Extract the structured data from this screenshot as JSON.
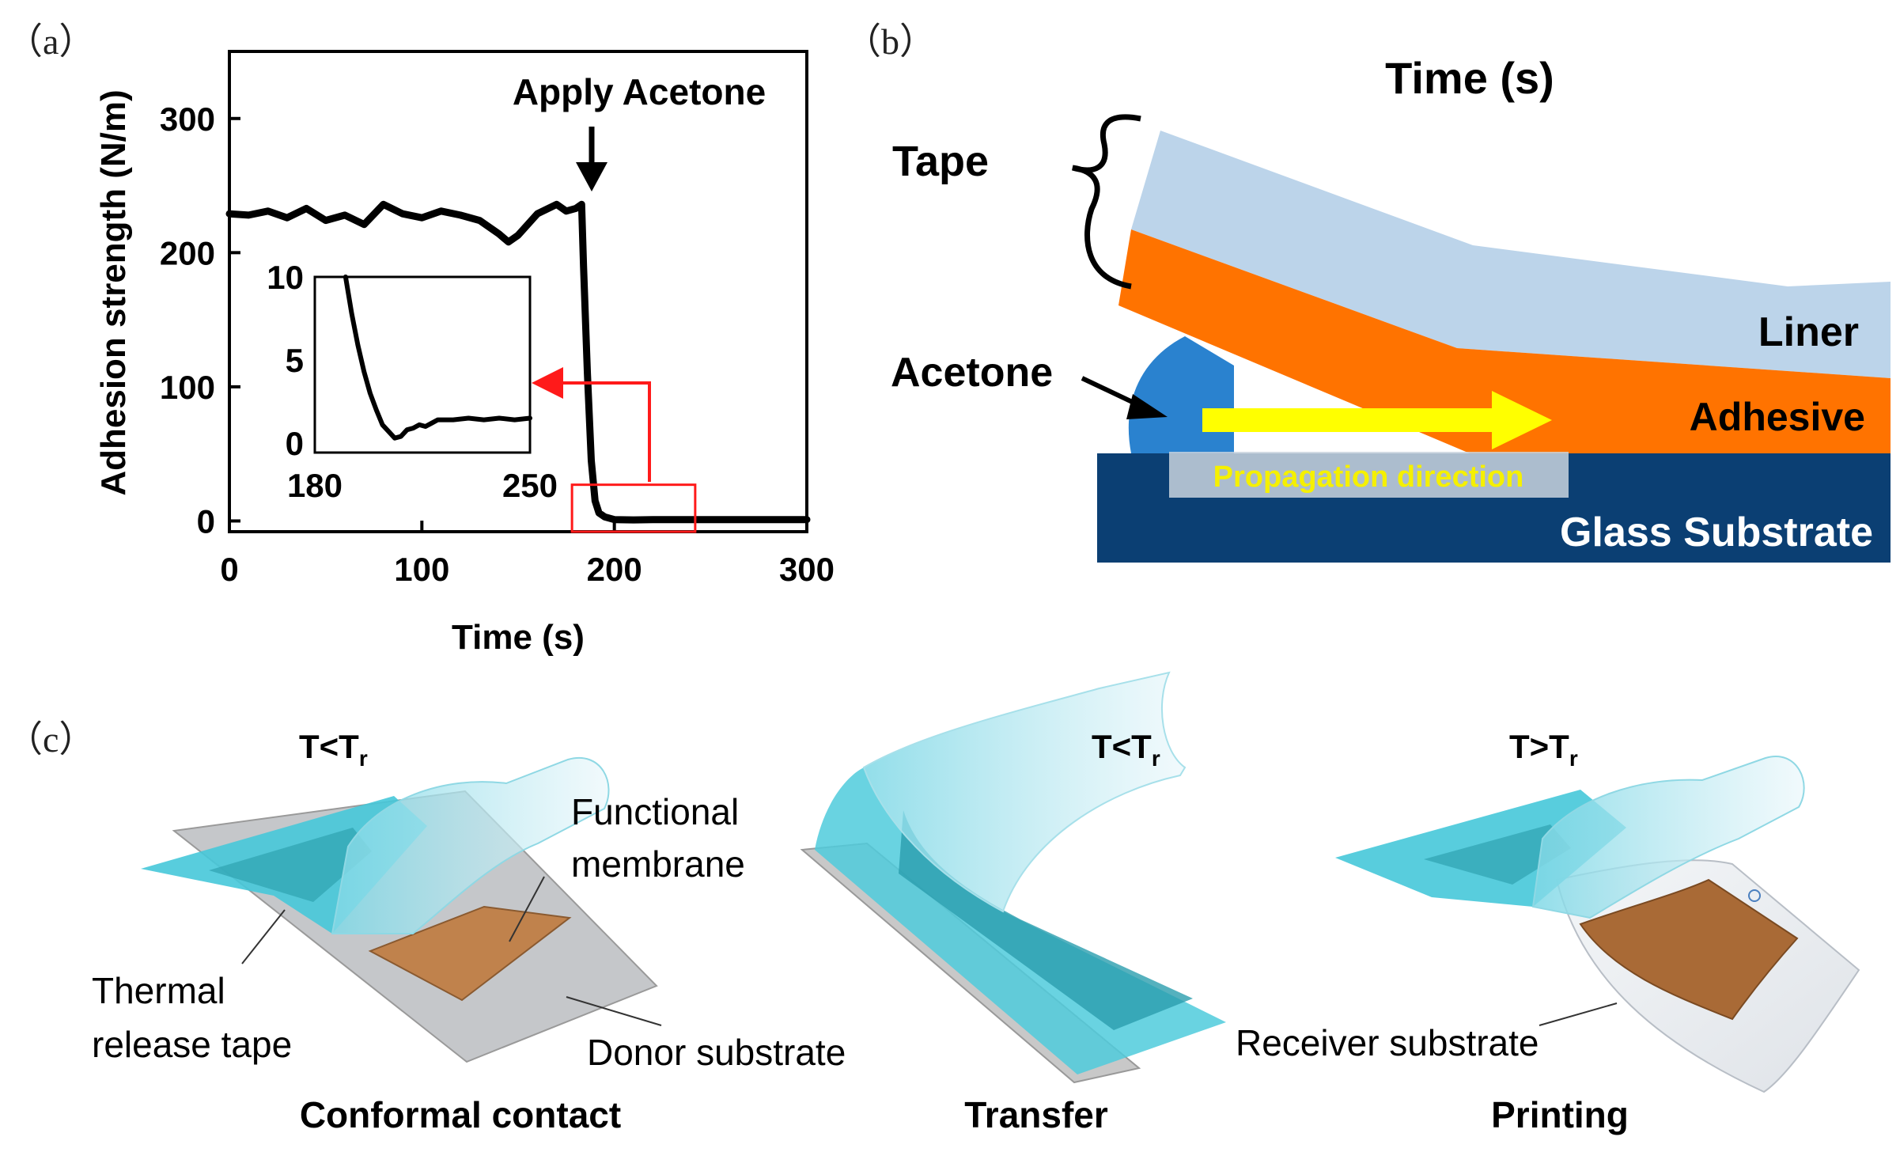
{
  "panels": {
    "a": {
      "label": "（a）"
    },
    "b": {
      "label": "（b）"
    },
    "c": {
      "label": "（c）"
    }
  },
  "chart_data": [
    {
      "type": "line",
      "xlabel": "Time (s)",
      "ylabel": "Adhesion strength  (N/m)",
      "xlim": [
        0,
        300
      ],
      "ylim": [
        -8,
        350
      ],
      "xticks": [
        0,
        100,
        200,
        300
      ],
      "yticks": [
        0,
        100,
        200,
        300
      ],
      "annotation": "Apply Acetone",
      "annotation_x": 183,
      "series": [
        {
          "color": "#000000",
          "x": [
            0,
            10,
            20,
            30,
            40,
            50,
            60,
            70,
            80,
            90,
            100,
            110,
            120,
            130,
            140,
            145,
            150,
            160,
            170,
            175,
            180,
            183,
            184,
            186,
            188,
            190,
            192,
            195,
            200,
            210,
            220,
            240,
            260,
            280,
            300
          ],
          "y": [
            229,
            228,
            231,
            226,
            233,
            224,
            228,
            221,
            236,
            229,
            226,
            231,
            228,
            224,
            214,
            208,
            213,
            229,
            236,
            231,
            233,
            236,
            190,
            110,
            45,
            15,
            6,
            3,
            1,
            0.8,
            1,
            1,
            1,
            1,
            1
          ]
        }
      ],
      "highlight_box": {
        "x": [
          178,
          242
        ],
        "y": [
          -8,
          27
        ]
      }
    },
    {
      "type": "line",
      "inset": true,
      "xlim": [
        180,
        250
      ],
      "ylim": [
        0,
        10
      ],
      "xticks": [
        180,
        250
      ],
      "yticks": [
        0,
        5,
        10
      ],
      "series": [
        {
          "color": "#000000",
          "x": [
            190,
            192,
            194,
            196,
            198,
            200,
            202,
            204,
            206,
            208,
            210,
            212,
            214,
            216,
            218,
            220,
            225,
            230,
            235,
            240,
            245,
            250
          ],
          "y": [
            10,
            7.8,
            5.9,
            4.3,
            3.0,
            2.0,
            1.1,
            0.7,
            0.3,
            0.4,
            0.8,
            0.9,
            1.1,
            1.0,
            1.2,
            1.4,
            1.4,
            1.5,
            1.4,
            1.5,
            1.4,
            1.5
          ]
        }
      ]
    }
  ],
  "diagram_b": {
    "title": "Time (s)",
    "tape": "Tape",
    "liner": "Liner",
    "adhesive": "Adhesive",
    "acetone": "Acetone",
    "propagation": "Propagation direction",
    "substrate": "Glass Substrate",
    "colors": {
      "liner": "#bcd4ea",
      "adhesive": "#ff7300",
      "substrate": "#0b3f73",
      "acetone": "#2a82cf",
      "arrow": "#ffff00"
    }
  },
  "diagram_c": {
    "step1": {
      "temp_T": "T<T",
      "temp_sub": "r",
      "caption": "Conformal contact",
      "functional": [
        "Functional",
        "membrane"
      ],
      "thermal": [
        "Thermal",
        "release tape"
      ],
      "donor": "Donor substrate"
    },
    "step2": {
      "temp_T": "T<T",
      "temp_sub": "r",
      "caption": "Transfer"
    },
    "step3": {
      "temp_T": "T>T",
      "temp_sub": "r",
      "caption": "Printing",
      "receiver": "Receiver substrate"
    },
    "colors": {
      "tape": "#3fc6d8",
      "membrane": "#b5723f",
      "substrate": "#c8c8c8"
    }
  }
}
